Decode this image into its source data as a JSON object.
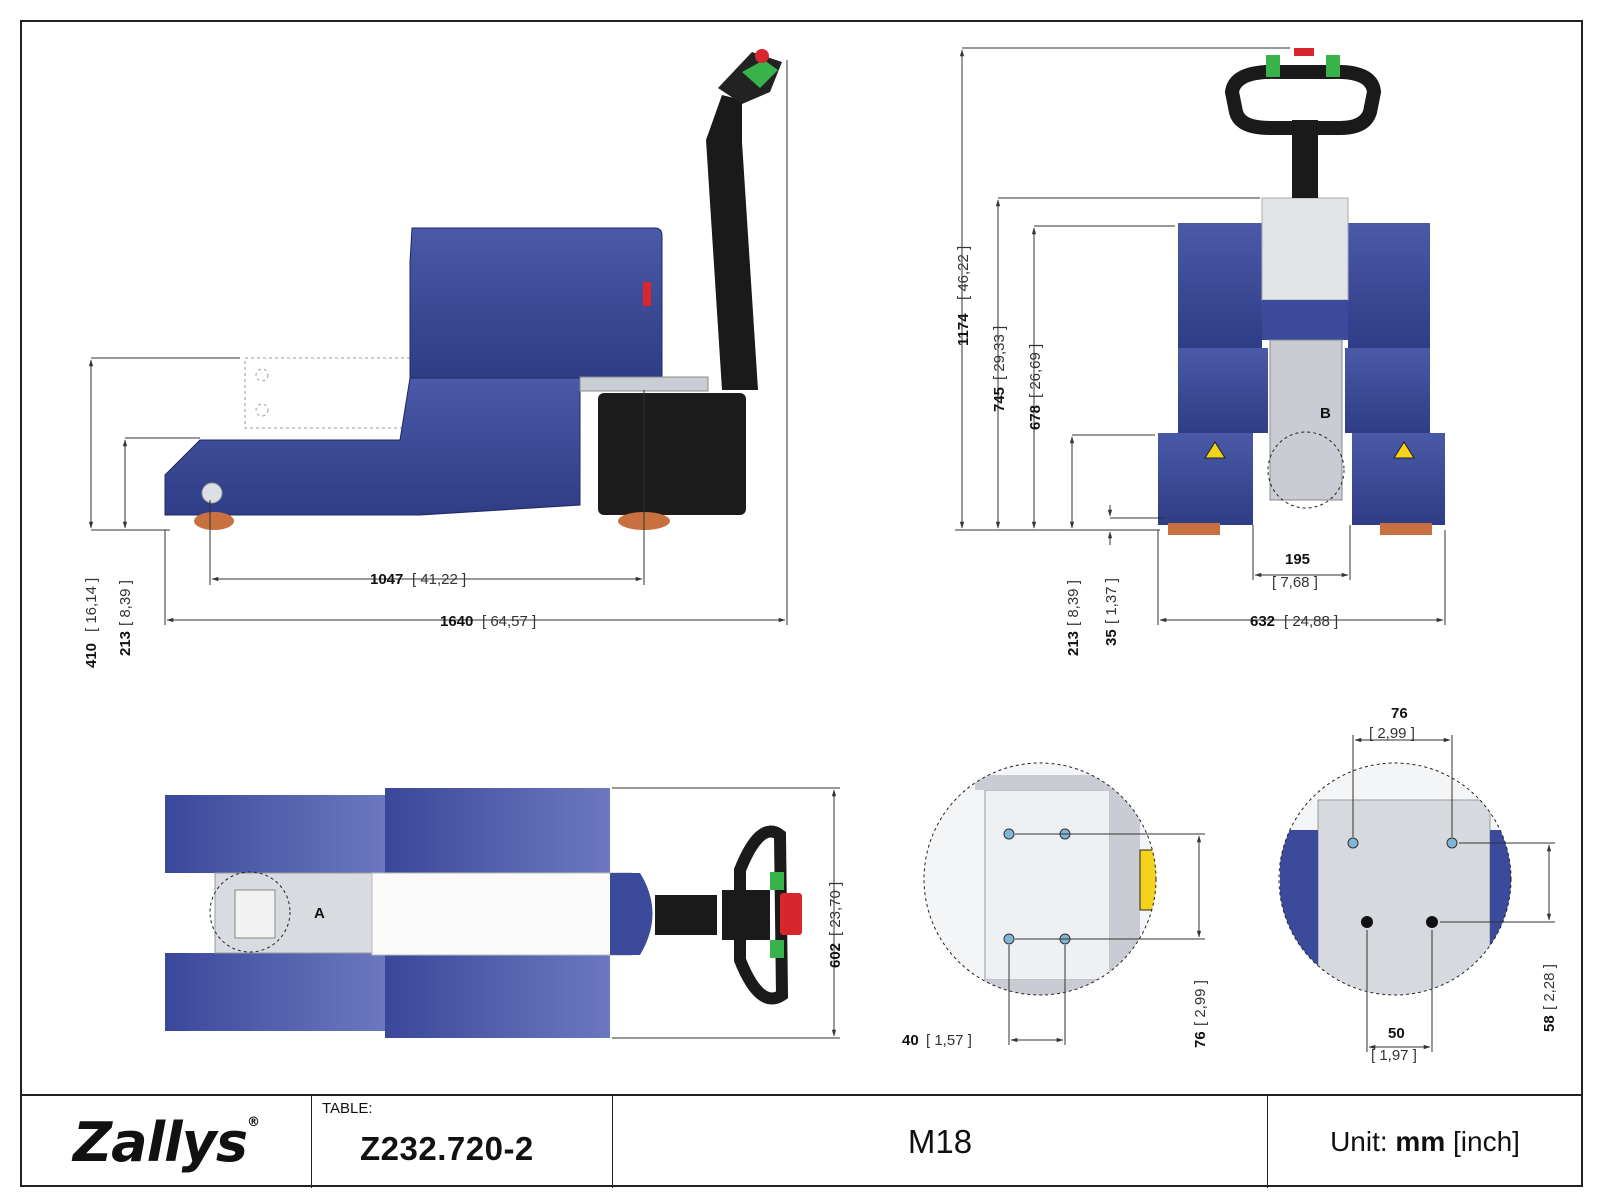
{
  "title_block": {
    "logo": "Zallys",
    "logo_mark": "®",
    "table_label": "TABLE:",
    "table_value": "Z232.720-2",
    "model": "M18",
    "unit_prefix": "Unit: ",
    "unit_bold": "mm",
    "unit_suffix": " [inch]"
  },
  "side_view": {
    "dims": [
      {
        "mm": "1047",
        "inch": "[ 41,22 ]"
      },
      {
        "mm": "1640",
        "inch": "[ 64,57 ]"
      },
      {
        "mm": "410",
        "inch": "[ 16,14 ]"
      },
      {
        "mm": "213",
        "inch": "[ 8,39 ]"
      }
    ]
  },
  "front_view": {
    "dims": [
      {
        "mm": "1174",
        "inch": "[ 46,22 ]"
      },
      {
        "mm": "745",
        "inch": "[ 29,33 ]"
      },
      {
        "mm": "678",
        "inch": "[ 26,69 ]"
      },
      {
        "mm": "213",
        "inch": "[ 8,39 ]"
      },
      {
        "mm": "35",
        "inch": "[ 1,37 ]"
      },
      {
        "mm": "195",
        "inch": "[ 7,68 ]"
      },
      {
        "mm": "632",
        "inch": "[ 24,88 ]"
      }
    ],
    "detail_label": "B"
  },
  "top_view": {
    "dims": [
      {
        "mm": "602",
        "inch": "[ 23,70 ]"
      }
    ],
    "detail_label": "A"
  },
  "detail_a": {
    "dims": [
      {
        "mm": "40",
        "inch": "[ 1,57 ]"
      },
      {
        "mm": "76",
        "inch": "[ 2,99 ]"
      }
    ]
  },
  "detail_b": {
    "dims": [
      {
        "mm": "76",
        "inch": "[ 2,99 ]"
      },
      {
        "mm": "58",
        "inch": "[ 2,28 ]"
      },
      {
        "mm": "50",
        "inch": "[ 1,97 ]"
      }
    ]
  },
  "colors": {
    "body_blue": "#3b4a9a",
    "body_blue_dark": "#2c3880",
    "handle_black": "#1a1a1a",
    "handle_green": "#37b34a",
    "stop_red": "#d9262c",
    "wheel_orange": "#c8703f",
    "frame_line": "#222222",
    "dim_line": "#333333"
  }
}
